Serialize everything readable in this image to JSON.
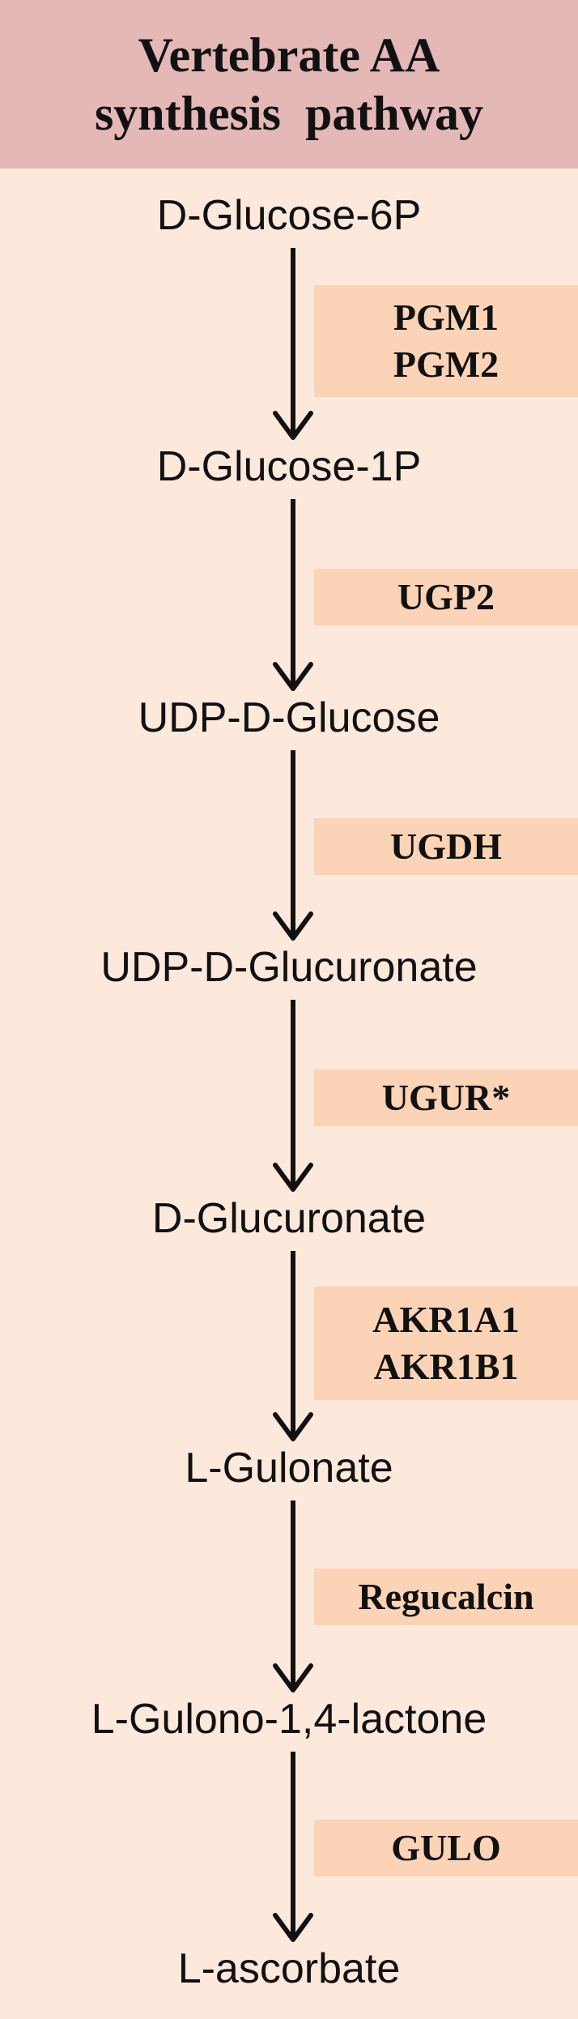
{
  "title": {
    "line1": "Vertebrate AA",
    "line2": "synthesis  pathway"
  },
  "metabolites": [
    "D-Glucose-6P",
    "D-Glucose-1P",
    "UDP-D-Glucose",
    "UDP-D-Glucuronate",
    "D-Glucuronate",
    "L-Gulonate",
    "L-Gulono-1,4-lactone",
    "L-ascorbate"
  ],
  "enzymes": [
    [
      "PGM1",
      "PGM2"
    ],
    [
      "UGP2"
    ],
    [
      "UGDH"
    ],
    [
      "UGUR*"
    ],
    [
      "AKR1A1",
      "AKR1B1"
    ],
    [
      "Regucalcin"
    ],
    [
      "GULO"
    ]
  ],
  "colors": {
    "background": "#fde8dc",
    "header": "#e3b8b6",
    "enzyme_box": "#fbd3b6",
    "text": "#111111"
  }
}
